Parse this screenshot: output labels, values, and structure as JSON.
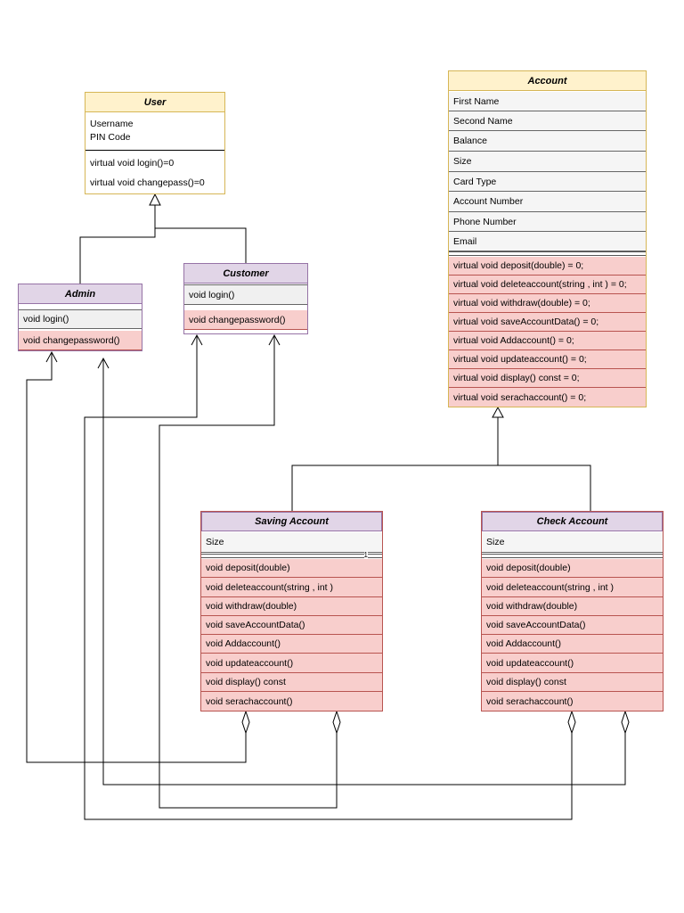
{
  "colors": {
    "interface_header": "#fff2cc",
    "class_header": "#e1d5e7",
    "method_row": "#f8cecc",
    "attribute_row": "#f5f5f5",
    "connector": "#000000"
  },
  "classes": {
    "user": {
      "name": "User",
      "attributes": [
        "Username",
        "PIN Code"
      ],
      "methods": [
        "virtual void login()=0",
        "virtual void changepass()=0"
      ]
    },
    "admin": {
      "name": "Admin",
      "methods": [
        "void login()",
        "void changepassword()"
      ]
    },
    "customer": {
      "name": "Customer",
      "methods": [
        "void login()",
        "void changepassword()"
      ]
    },
    "account": {
      "name": "Account",
      "attributes": [
        "First Name",
        "Second Name",
        "Balance",
        "Size",
        "Card Type",
        "Account Number",
        "Phone Number",
        "Email"
      ],
      "methods": [
        "virtual void deposit(double) = 0;",
        "virtual void deleteaccount(string , int ) = 0;",
        "virtual void withdraw(double) = 0;",
        "virtual void saveAccountData() = 0;",
        "virtual void Addaccount() = 0;",
        "virtual void updateaccount() = 0;",
        "virtual void display() const = 0;",
        "virtual void serachaccount() = 0;"
      ]
    },
    "saving_account": {
      "name": "Saving Account",
      "attributes": [
        "Size"
      ],
      "multiplicity": "1",
      "methods": [
        "void deposit(double)",
        "void deleteaccount(string , int )",
        "void withdraw(double)",
        "void saveAccountData()",
        "void Addaccount()",
        "void updateaccount()",
        "void display() const",
        "void serachaccount()"
      ]
    },
    "check_account": {
      "name": "Check Account",
      "attributes": [
        "Size"
      ],
      "methods": [
        "void deposit(double)",
        "void deleteaccount(string , int )",
        "void withdraw(double)",
        "void saveAccountData()",
        "void Addaccount()",
        "void updateaccount()",
        "void display() const",
        "void serachaccount()"
      ]
    }
  }
}
